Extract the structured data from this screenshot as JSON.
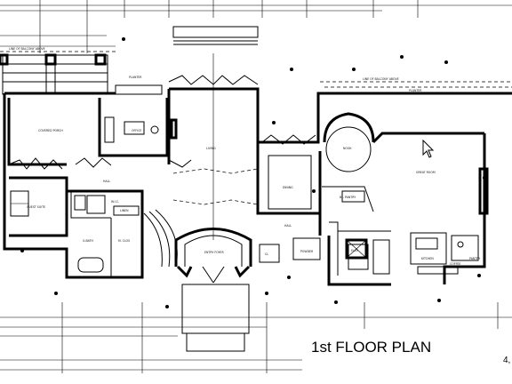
{
  "plan": {
    "title": "1st FLOOR PLAN",
    "sheet_number": "4,",
    "notes": {
      "balcony_left": "LINE OF BALCONY ABOVE",
      "balcony_right": "LINE OF BALCONY ABOVE"
    },
    "rooms": {
      "covered_porch": "COVERED PORCH",
      "office": "OFFICE",
      "planter": "PLANTER",
      "planter_right": "PLANTER",
      "living": "LIVING",
      "dining": "DINING",
      "nook": "NOOK",
      "great_room": "GREAT ROOM",
      "guest_suite": "GUEST SUITE",
      "hall_left": "HALL",
      "hall_center": "HALL",
      "linen": "LINEN",
      "wic": "W.I.C.",
      "g_bath": "G.BATH",
      "m_clos": "M. CLOS",
      "entry_foyer": "ENTRY FOYER",
      "powder": "POWDER",
      "elev": "ELEV",
      "butlers_pantry": "BL. PANTRY",
      "kitchen": "KITCHEN",
      "coffee": "COFFEE",
      "pantry": "PANTRY",
      "closet": "CL"
    }
  }
}
